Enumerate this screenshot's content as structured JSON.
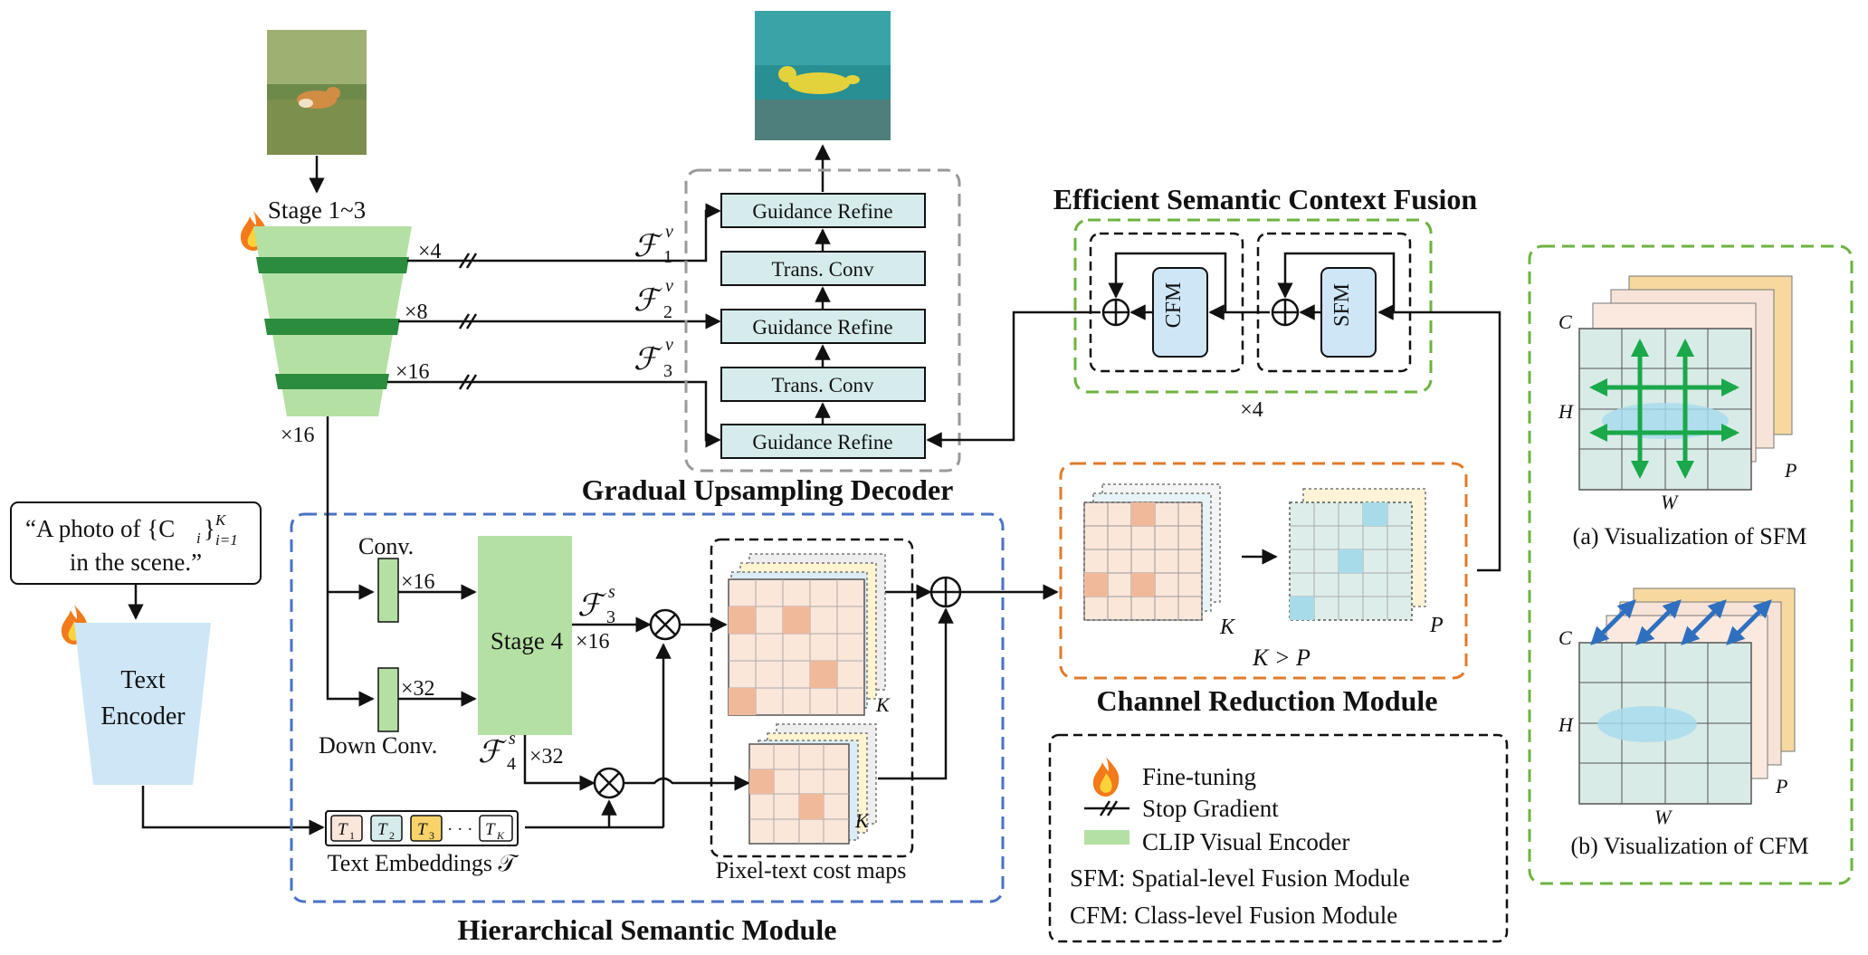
{
  "title_decoder": "Gradual Upsampling Decoder",
  "title_escf": "Efficient Semantic Context Fusion",
  "title_hsm": "Hierarchical Semantic Module",
  "title_crm": "Channel Reduction Module",
  "stage13": "Stage 1~3",
  "stage4": "Stage 4",
  "conv": "Conv.",
  "down_conv": "Down Conv.",
  "guidance_refine": "Guidance Refine",
  "trans_conv": "Trans. Conv",
  "cfm": "CFM",
  "sfm": "SFM",
  "x4": "×4",
  "x8": "×8",
  "x16": "×16",
  "x32": "×32",
  "fv": "ℱ",
  "fv_sup": "v",
  "fs_sup": "s",
  "sub1": "1",
  "sub2": "2",
  "sub3": "3",
  "sub4": "4",
  "k_gt_p": "K > P",
  "k": "K",
  "p": "P",
  "c_axis": "C",
  "h_axis": "H",
  "w_axis": "W",
  "prompt_a": "“A photo of {C",
  "prompt_i": "i",
  "prompt_sup": "K",
  "prompt_sub": "i=1",
  "prompt_b": "in the scene.”",
  "text_encoder_1": "Text",
  "text_encoder_2": "Encoder",
  "text_embeddings": "Text Embeddings 𝒯",
  "token_1": "T",
  "token_2": "T",
  "token_3": "T",
  "token_k": "T",
  "token_sub_1": "1",
  "token_sub_2": "2",
  "token_sub_3": "3",
  "token_sub_k": "K",
  "cost_maps": "Pixel-text cost maps",
  "vis_sfm": "(a) Visualization of SFM",
  "vis_cfm": "(b) Visualization of CFM",
  "legend": {
    "fine_tuning": "Fine-tuning",
    "stop_gradient": "Stop Gradient",
    "clip": "CLIP Visual Encoder",
    "sfm": "SFM: Spatial-level Fusion Module",
    "cfm": "CFM: Class-level Fusion Module"
  },
  "colors": {
    "encoder_light": "#b5e0a4",
    "encoder_dark": "#2a8c3c",
    "block_fill": "#d6ecec",
    "text_encoder": "#cfe6f7",
    "green_dash": "#6db33f",
    "blue_dash": "#4a72c4",
    "orange_dash": "#e07b2a",
    "gray_dash": "#9a9a9a",
    "arrow_green": "#1aa84a",
    "arrow_blue": "#2f6fbf"
  }
}
